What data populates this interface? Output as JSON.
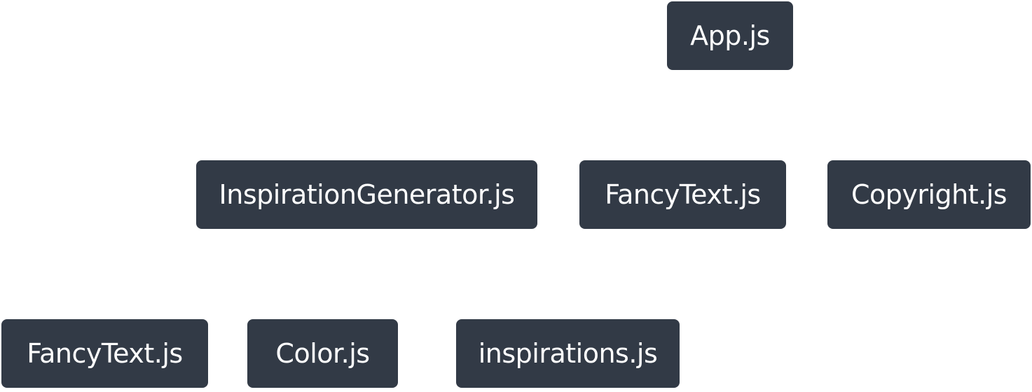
{
  "diagram": {
    "nodes": [
      {
        "id": "app",
        "label": "App.js"
      },
      {
        "id": "inspgen",
        "label": "InspirationGenerator.js"
      },
      {
        "id": "fancy1",
        "label": "FancyText.js"
      },
      {
        "id": "copyright",
        "label": "Copyright.js"
      },
      {
        "id": "fancy2",
        "label": "FancyText.js"
      },
      {
        "id": "color",
        "label": "Color.js"
      },
      {
        "id": "insps",
        "label": "inspirations.js"
      }
    ],
    "colors": {
      "node_fill": "#323a46",
      "node_text": "#ffffff",
      "background": "#ffffff"
    }
  }
}
